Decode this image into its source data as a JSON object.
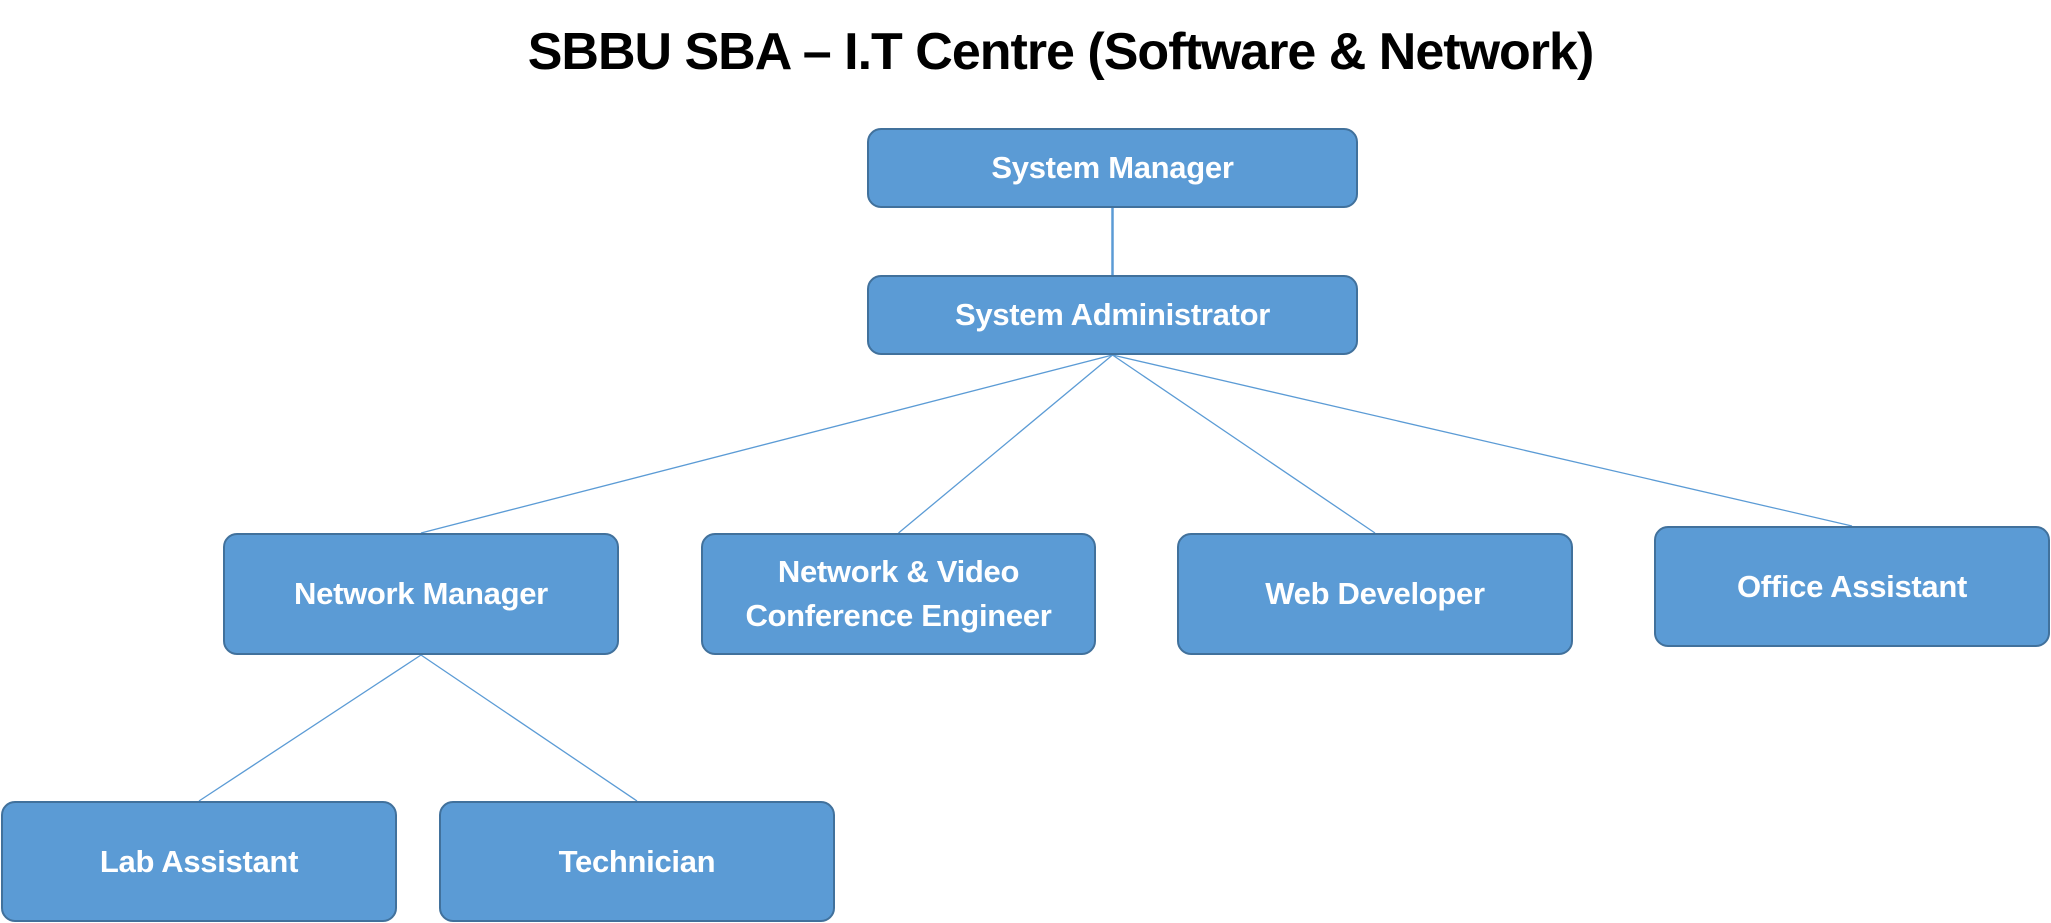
{
  "title": "SBBU SBA – I.T Centre (Software & Network)",
  "colors": {
    "node_fill": "#5B9BD5",
    "node_border": "#41719C",
    "connector": "#5B9BD5",
    "title_text": "#000000",
    "node_text": "#FFFFFF"
  },
  "nodes": {
    "system_manager": {
      "label": "System Manager"
    },
    "system_administrator": {
      "label": "System Administrator"
    },
    "network_manager": {
      "label": "Network Manager"
    },
    "nv_engineer": {
      "label_line1": "Network & Video",
      "label_line2": "Conference Engineer"
    },
    "web_developer": {
      "label": "Web Developer"
    },
    "office_assistant": {
      "label": "Office Assistant"
    },
    "lab_assistant": {
      "label": "Lab Assistant"
    },
    "technician": {
      "label": "Technician"
    }
  },
  "hierarchy": [
    {
      "parent": "system_manager",
      "child": "system_administrator"
    },
    {
      "parent": "system_administrator",
      "child": "network_manager"
    },
    {
      "parent": "system_administrator",
      "child": "nv_engineer"
    },
    {
      "parent": "system_administrator",
      "child": "web_developer"
    },
    {
      "parent": "system_administrator",
      "child": "office_assistant"
    },
    {
      "parent": "network_manager",
      "child": "lab_assistant"
    },
    {
      "parent": "network_manager",
      "child": "technician"
    }
  ]
}
